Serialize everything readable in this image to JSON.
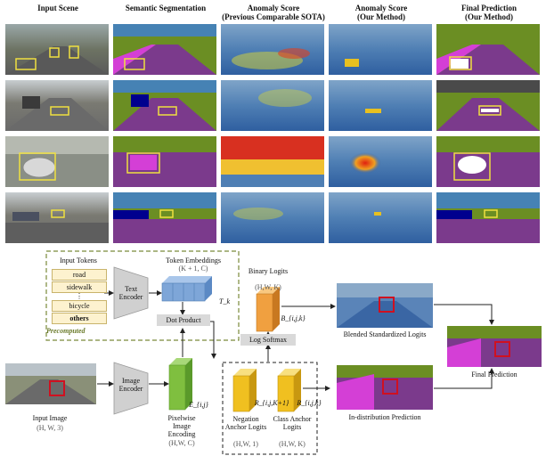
{
  "headers": {
    "input_scene": "Input Scene",
    "semantic_seg": "Semantic Segmentation",
    "anomaly_prev_l1": "Anomaly Score",
    "anomaly_prev_l2": "(Previous Comparable SOTA)",
    "anomaly_ours_l1": "Anomaly Score",
    "anomaly_ours_l2": "(Our Method)",
    "final_l1": "Final Prediction",
    "final_l2": "(Our Method)"
  },
  "pipeline": {
    "input_tokens_title": "Input Tokens",
    "tokens": [
      "road",
      "sidewalk",
      "bicycle",
      "others"
    ],
    "ellipsis": "⋮",
    "precomputed": "Precomputed",
    "text_encoder": "Text Encoder",
    "token_embeddings": "Token Embeddings",
    "token_embeddings_dim": "(K + 1, C)",
    "tk": "T_k",
    "binary_logits": "Binary Logits",
    "binary_logits_dim": "(H,W, K)",
    "bijk": "B_{i,j,k}",
    "log_softmax": "Log Softmax",
    "dot_product": "Dot Product",
    "image_encoder": "Image Encoder",
    "eij": "E_{i,j}",
    "pixelwise_label": "Pixelwise Image Encoding",
    "pixelwise_dim": "(H,W, C)",
    "input_image": "Input Image",
    "input_image_dim": "(H, W, 3)",
    "neg_anchor_sym": "R_{i,j,K+1}",
    "neg_anchor_label": "Negation Anchor Logits",
    "neg_anchor_dim": "(H,W, 1)",
    "class_anchor_sym": "R_{i,j,k}",
    "class_anchor_label": "Class Anchor Logits",
    "class_anchor_dim": "(H,W, K)",
    "blended": "Blended Standardized Logits",
    "in_dist": "In-distribution Prediction",
    "final_prediction": "Final Prediction"
  },
  "colors": {
    "road": "#7b3a8c",
    "sidewalk": "#d43fd6",
    "vegetation": "#6b8e23",
    "building": "#4a4a4a",
    "sky": "#4682b4",
    "car": "#00008e",
    "highlight_box": "#f0e040",
    "red_box": "#d01020",
    "token_fill": "#fdf2cf",
    "text_encoder": "#c8c8c8",
    "embedding": "#7ea6d8",
    "anchor_yellow": "#f0c020",
    "binary_orange": "#f0a040",
    "pixel_green": "#7fbf3f"
  }
}
